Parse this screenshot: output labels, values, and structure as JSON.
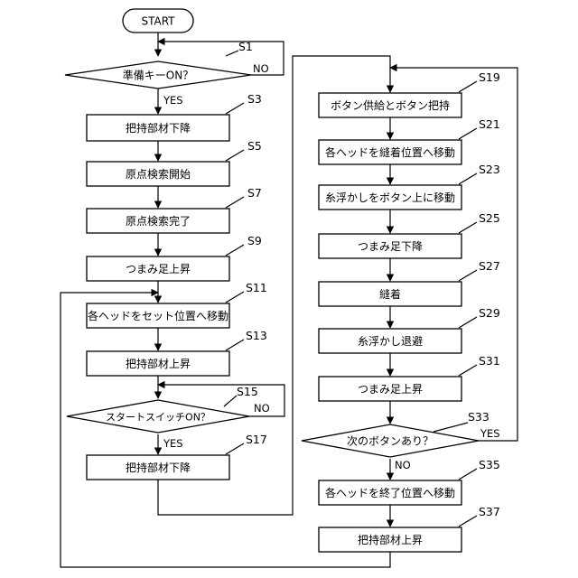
{
  "start": {
    "label": "START"
  },
  "steps": {
    "s1": {
      "id": "S1",
      "text": "準備キーON？"
    },
    "s3": {
      "id": "S3",
      "text": "把持部材下降"
    },
    "s5": {
      "id": "S5",
      "text": "原点検索開始"
    },
    "s7": {
      "id": "S7",
      "text": "原点検索完了"
    },
    "s9": {
      "id": "S9",
      "text": "つまみ足上昇"
    },
    "s11": {
      "id": "S11",
      "text": "各ヘッドをセット位置へ移動"
    },
    "s13": {
      "id": "S13",
      "text": "把持部材上昇"
    },
    "s15": {
      "id": "S15",
      "text": "スタートスイッチON？"
    },
    "s17": {
      "id": "S17",
      "text": "把持部材下降"
    },
    "s19": {
      "id": "S19",
      "text": "ボタン供給とボタン把持"
    },
    "s21": {
      "id": "S21",
      "text": "各ヘッドを縫着位置へ移動"
    },
    "s23": {
      "id": "S23",
      "text": "糸浮かしをボタン上に移動"
    },
    "s25": {
      "id": "S25",
      "text": "つまみ足下降"
    },
    "s27": {
      "id": "S27",
      "text": "縫着"
    },
    "s29": {
      "id": "S29",
      "text": "糸浮かし退避"
    },
    "s31": {
      "id": "S31",
      "text": "つまみ足上昇"
    },
    "s33": {
      "id": "S33",
      "text": "次のボタンあり？"
    },
    "s35": {
      "id": "S35",
      "text": "各ヘッドを終了位置へ移動"
    },
    "s37": {
      "id": "S37",
      "text": "把持部材上昇"
    }
  },
  "branches": {
    "s1_yes": "YES",
    "s1_no": "NO",
    "s15_yes": "YES",
    "s15_no": "NO",
    "s33_yes": "YES",
    "s33_no": "NO"
  }
}
